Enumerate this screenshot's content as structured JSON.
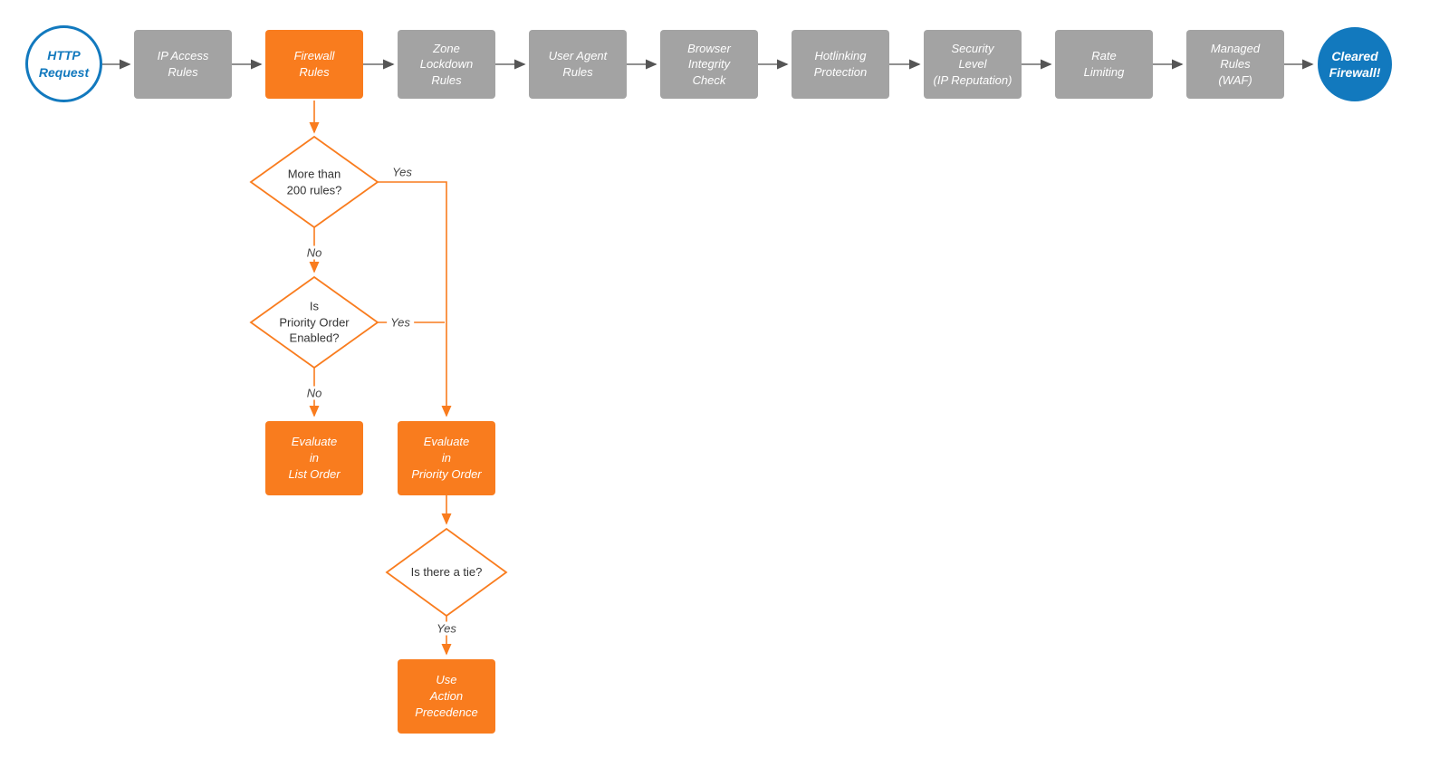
{
  "colors": {
    "accent_orange": "#F97C1E",
    "stage_gray": "#A3A3A3",
    "brand_blue": "#1279BE",
    "connector_gray": "#6B6B6B",
    "diamond_text": "#333333"
  },
  "start": {
    "label": "HTTP\nRequest"
  },
  "end": {
    "label": "Cleared\nFirewall!"
  },
  "pipeline": [
    {
      "label": "IP Access\nRules"
    },
    {
      "label": "Firewall\nRules"
    },
    {
      "label": "Zone\nLockdown\nRules"
    },
    {
      "label": "User Agent\nRules"
    },
    {
      "label": "Browser\nIntegrity\nCheck"
    },
    {
      "label": "Hotlinking\nProtection"
    },
    {
      "label": "Security\nLevel\n(IP Reputation)"
    },
    {
      "label": "Rate\nLimiting"
    },
    {
      "label": "Managed\nRules\n(WAF)"
    }
  ],
  "decisions": [
    {
      "label": "More than\n200 rules?"
    },
    {
      "label": "Is\nPriority Order\nEnabled?"
    },
    {
      "label": "Is there a tie?"
    }
  ],
  "actions": [
    {
      "label": "Evaluate\nin\nList Order"
    },
    {
      "label": "Evaluate\nin\nPriority Order"
    },
    {
      "label": "Use\nAction\nPrecedence"
    }
  ],
  "edges": {
    "d1_yes": "Yes",
    "d1_no": "No",
    "d2_yes": "Yes",
    "d2_no": "No",
    "d3_yes": "Yes"
  }
}
